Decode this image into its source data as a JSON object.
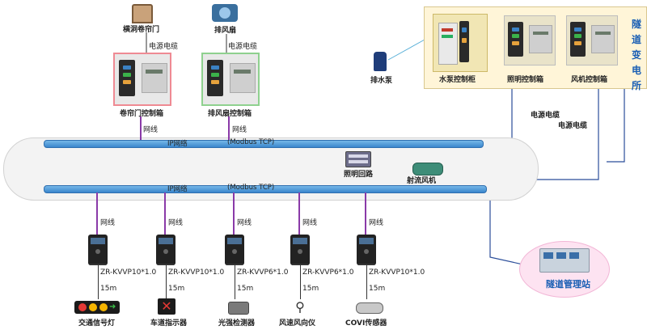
{
  "devices": {
    "shutter_door": "横洞卷帘门",
    "exhaust_fan": "排风扇",
    "shutter_box": "卷帘门控制箱",
    "exhaust_box": "排风扇控制箱",
    "pump": "排水泵",
    "pump_cabinet": "水泵控制柜",
    "lighting_box": "照明控制箱",
    "fan_box": "风机控制箱",
    "lighting_circuit": "照明回路",
    "jet_fan": "射流风机",
    "station": "隧道管理站",
    "substation": "隧道变电所"
  },
  "cables": {
    "power_cable": "电源电缆",
    "network_cable": "网线"
  },
  "network": {
    "bus_label": "IP网络",
    "bus_protocol": "(Modbus TCP)"
  },
  "field": {
    "units": [
      {
        "cable": "ZR-KVVP10*1.0",
        "length": "15m",
        "sensor": "交通信号灯"
      },
      {
        "cable": "ZR-KVVP10*1.0",
        "length": "15m",
        "sensor": "车道指示器"
      },
      {
        "cable": "ZR-KVVP6*1.0",
        "length": "15m",
        "sensor": "光强检测器"
      },
      {
        "cable": "ZR-KVVP6*1.0",
        "length": "15m",
        "sensor": "风速风向仪"
      },
      {
        "cable": "ZR-KVVP10*1.0",
        "length": "15m",
        "sensor": "COVI传感器"
      }
    ]
  },
  "colors": {
    "bus": "#3a86cc",
    "network_line": "#8a3aa8",
    "power_line": "#2b4e9a",
    "station_bg": "#fff5d8",
    "station_text": "#1a5fb4"
  }
}
